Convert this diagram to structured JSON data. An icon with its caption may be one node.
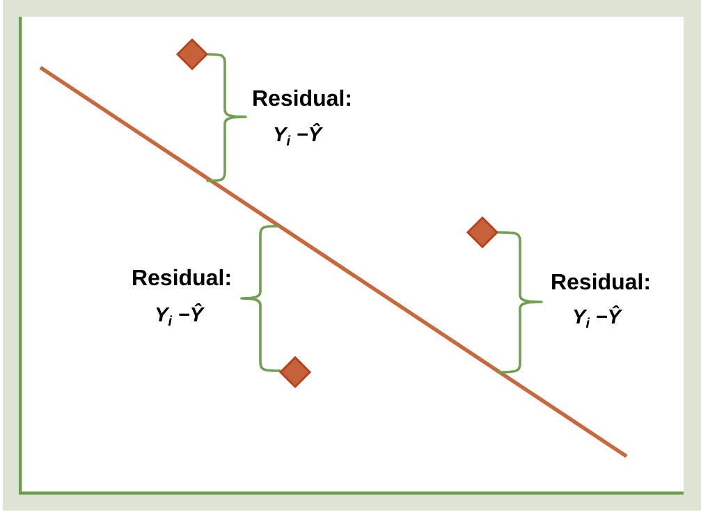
{
  "diagram": {
    "labels": [
      "Residual:",
      "Y$_{i}$ −Ŷ",
      "Residual:",
      "Y$_{i}$ −Ŷ",
      "Residual:",
      "Y$_{i}$ −Ŷ"
    ]
  }
}
